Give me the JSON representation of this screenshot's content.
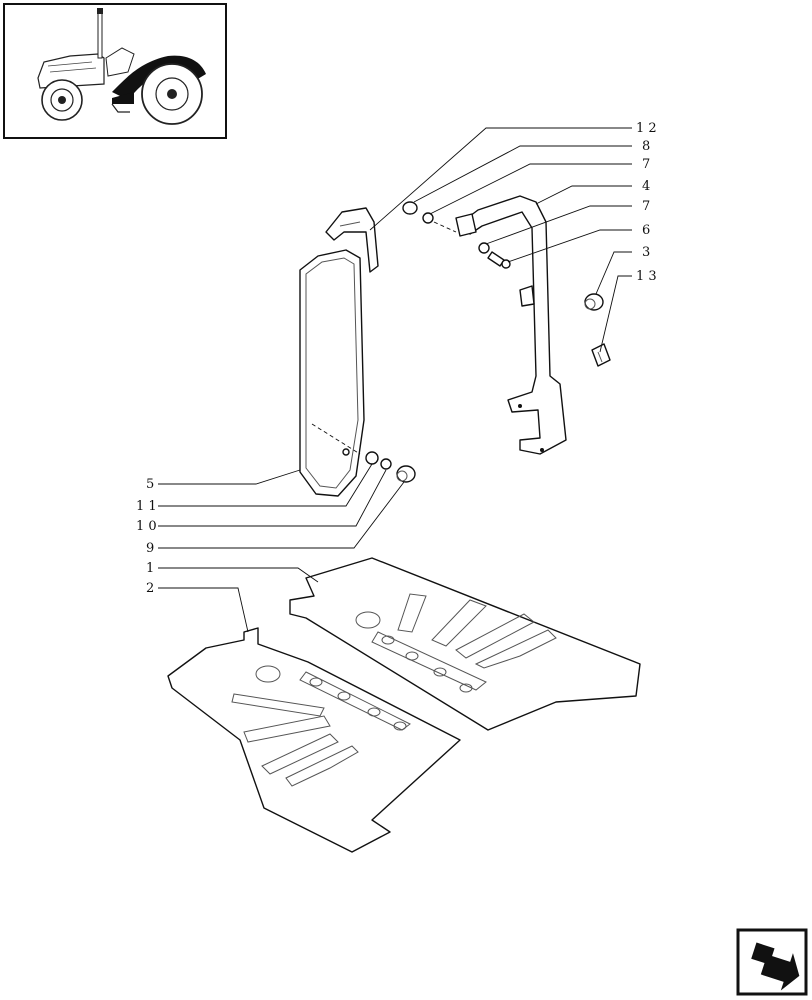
{
  "diagram": {
    "callouts_right": [
      "1 2",
      "8",
      "7",
      "4",
      "7",
      "6",
      "3",
      "1 3"
    ],
    "callouts_left": [
      "5",
      "1 1",
      "1 0",
      "9",
      "1",
      "2"
    ]
  },
  "thumbnail": {
    "icon": "tractor-locator-icon"
  },
  "navigation": {
    "icon": "next-page-arrow-icon"
  }
}
